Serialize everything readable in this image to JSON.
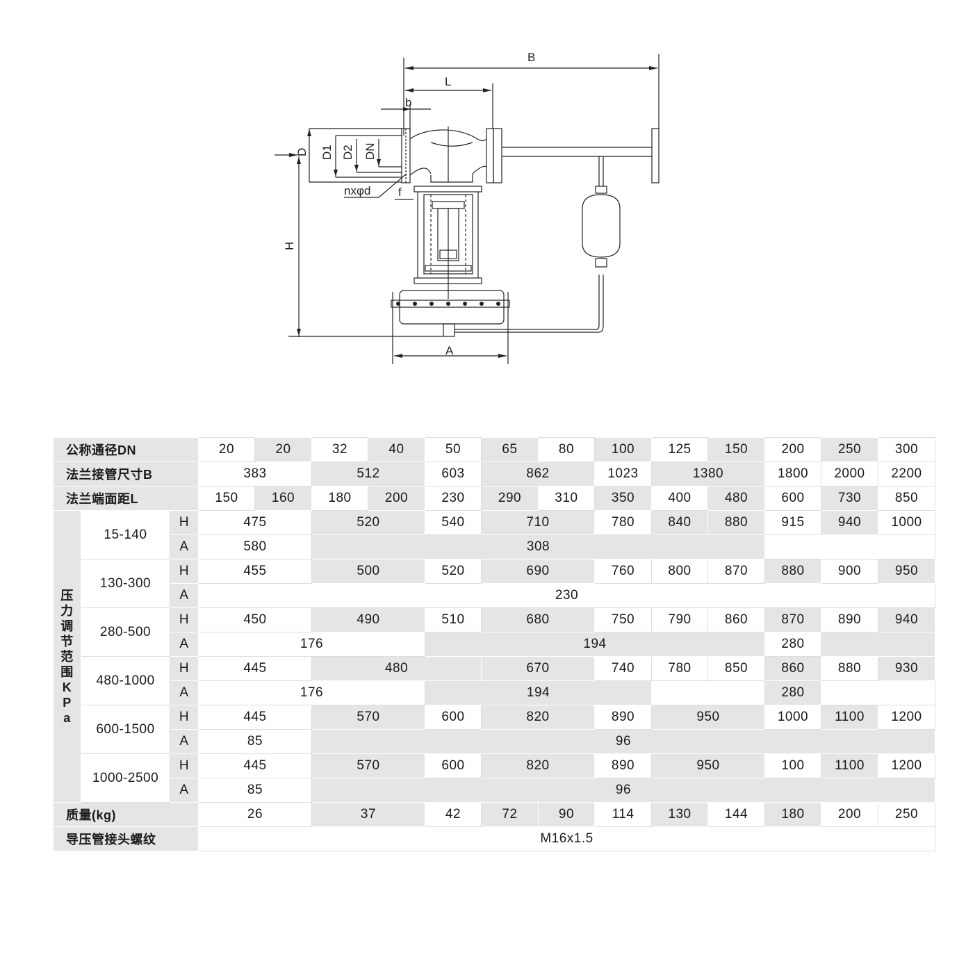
{
  "drawing": {
    "labels": {
      "B": "B",
      "L": "L",
      "b": "b",
      "D": "D",
      "D1": "D1",
      "D2": "D2",
      "DN": "DN",
      "nxphid": "nxφd",
      "f": "f",
      "H": "H",
      "A": "A"
    }
  },
  "table": {
    "row_labels": {
      "dn": "公称通径DN",
      "flange_b": "法兰接管尺寸B",
      "flange_l": "法兰端面距L",
      "pressure": "压力调节范围KPa",
      "mass": "质量(kg)",
      "thread": "导压管接头螺纹"
    },
    "dn": [
      "20",
      "20",
      "32",
      "40",
      "50",
      "65",
      "80",
      "100",
      "125",
      "150",
      "200",
      "250",
      "300"
    ],
    "flange_b": [
      "383",
      "512",
      "603",
      "862",
      "1023",
      "1380",
      "1800",
      "2000",
      "2200"
    ],
    "flange_l": [
      "150",
      "160",
      "180",
      "200",
      "230",
      "290",
      "310",
      "350",
      "400",
      "480",
      "600",
      "730",
      "850"
    ],
    "ha_labels": {
      "h": "H",
      "a": "A"
    },
    "ranges": [
      {
        "range": "15-140",
        "h": [
          "475",
          "520",
          "540",
          "710",
          "780",
          "840",
          "880",
          "915",
          "940",
          "1000"
        ],
        "a": [
          "580",
          "308"
        ]
      },
      {
        "range": "130-300",
        "h": [
          "455",
          "500",
          "520",
          "690",
          "760",
          "800",
          "870",
          "880",
          "900",
          "950"
        ],
        "a": [
          "230"
        ]
      },
      {
        "range": "280-500",
        "h": [
          "450",
          "490",
          "510",
          "680",
          "750",
          "790",
          "860",
          "870",
          "890",
          "940"
        ],
        "a": [
          "176",
          "194",
          "280"
        ]
      },
      {
        "range": "480-1000",
        "h": [
          "445",
          "480",
          "670",
          "740",
          "780",
          "850",
          "860",
          "880",
          "930"
        ],
        "a": [
          "176",
          "194",
          "280"
        ]
      },
      {
        "range": "600-1500",
        "h": [
          "445",
          "570",
          "600",
          "820",
          "890",
          "950",
          "1000",
          "1100",
          "1200"
        ],
        "a": [
          "85",
          "96"
        ]
      },
      {
        "range": "1000-2500",
        "h": [
          "445",
          "570",
          "600",
          "820",
          "890",
          "950",
          "100",
          "1100",
          "1200"
        ],
        "a": [
          "85",
          "96"
        ]
      }
    ],
    "mass": [
      "26",
      "37",
      "42",
      "72",
      "90",
      "114",
      "130",
      "144",
      "180",
      "200",
      "250"
    ],
    "thread": "M16x1.5"
  },
  "colors": {
    "shade": "#e5e5e5",
    "line": "#222222",
    "white": "#ffffff"
  }
}
